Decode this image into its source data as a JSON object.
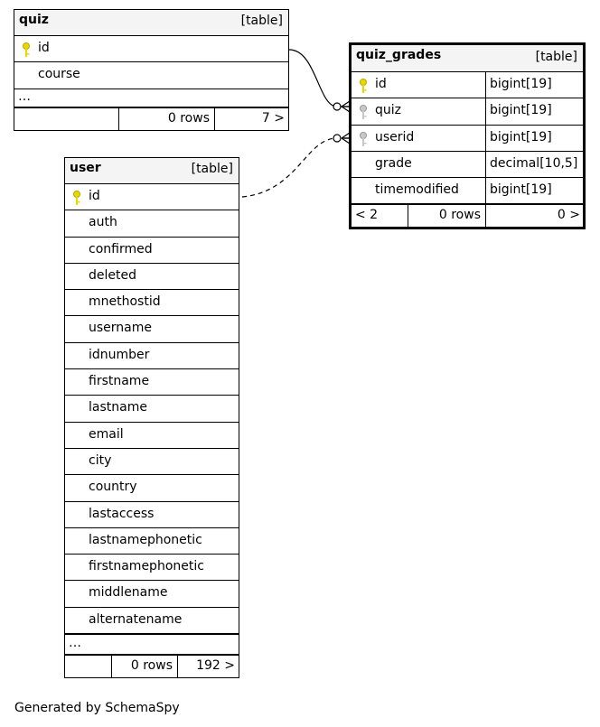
{
  "tables": {
    "quiz": {
      "name": "quiz",
      "type": "[table]",
      "columns": [
        {
          "name": "id"
        },
        {
          "name": "course"
        }
      ],
      "ellipsis": "…",
      "footer": {
        "parents": "",
        "rows": "0 rows",
        "children": "7 >"
      }
    },
    "user": {
      "name": "user",
      "type": "[table]",
      "columns": [
        {
          "name": "id"
        },
        {
          "name": "auth"
        },
        {
          "name": "confirmed"
        },
        {
          "name": "deleted"
        },
        {
          "name": "mnethostid"
        },
        {
          "name": "username"
        },
        {
          "name": "idnumber"
        },
        {
          "name": "firstname"
        },
        {
          "name": "lastname"
        },
        {
          "name": "email"
        },
        {
          "name": "city"
        },
        {
          "name": "country"
        },
        {
          "name": "lastaccess"
        },
        {
          "name": "lastnamephonetic"
        },
        {
          "name": "firstnamephonetic"
        },
        {
          "name": "middlename"
        },
        {
          "name": "alternatename"
        }
      ],
      "ellipsis": "…",
      "footer": {
        "parents": "",
        "rows": "0 rows",
        "children": "192 >"
      }
    },
    "quiz_grades": {
      "name": "quiz_grades",
      "type": "[table]",
      "columns": [
        {
          "name": "id",
          "type": "bigint[19]"
        },
        {
          "name": "quiz",
          "type": "bigint[19]"
        },
        {
          "name": "userid",
          "type": "bigint[19]"
        },
        {
          "name": "grade",
          "type": "decimal[10,5]"
        },
        {
          "name": "timemodified",
          "type": "bigint[19]"
        }
      ],
      "footer": {
        "parents": "< 2",
        "rows": "0 rows",
        "children": "0 >"
      }
    }
  },
  "colors": {
    "header_bg": "#f4f4f4",
    "primary_key": "#e8d800",
    "foreign_key": "#b0b0b0",
    "border": "#000000"
  },
  "footer_text": "Generated by SchemaSpy"
}
